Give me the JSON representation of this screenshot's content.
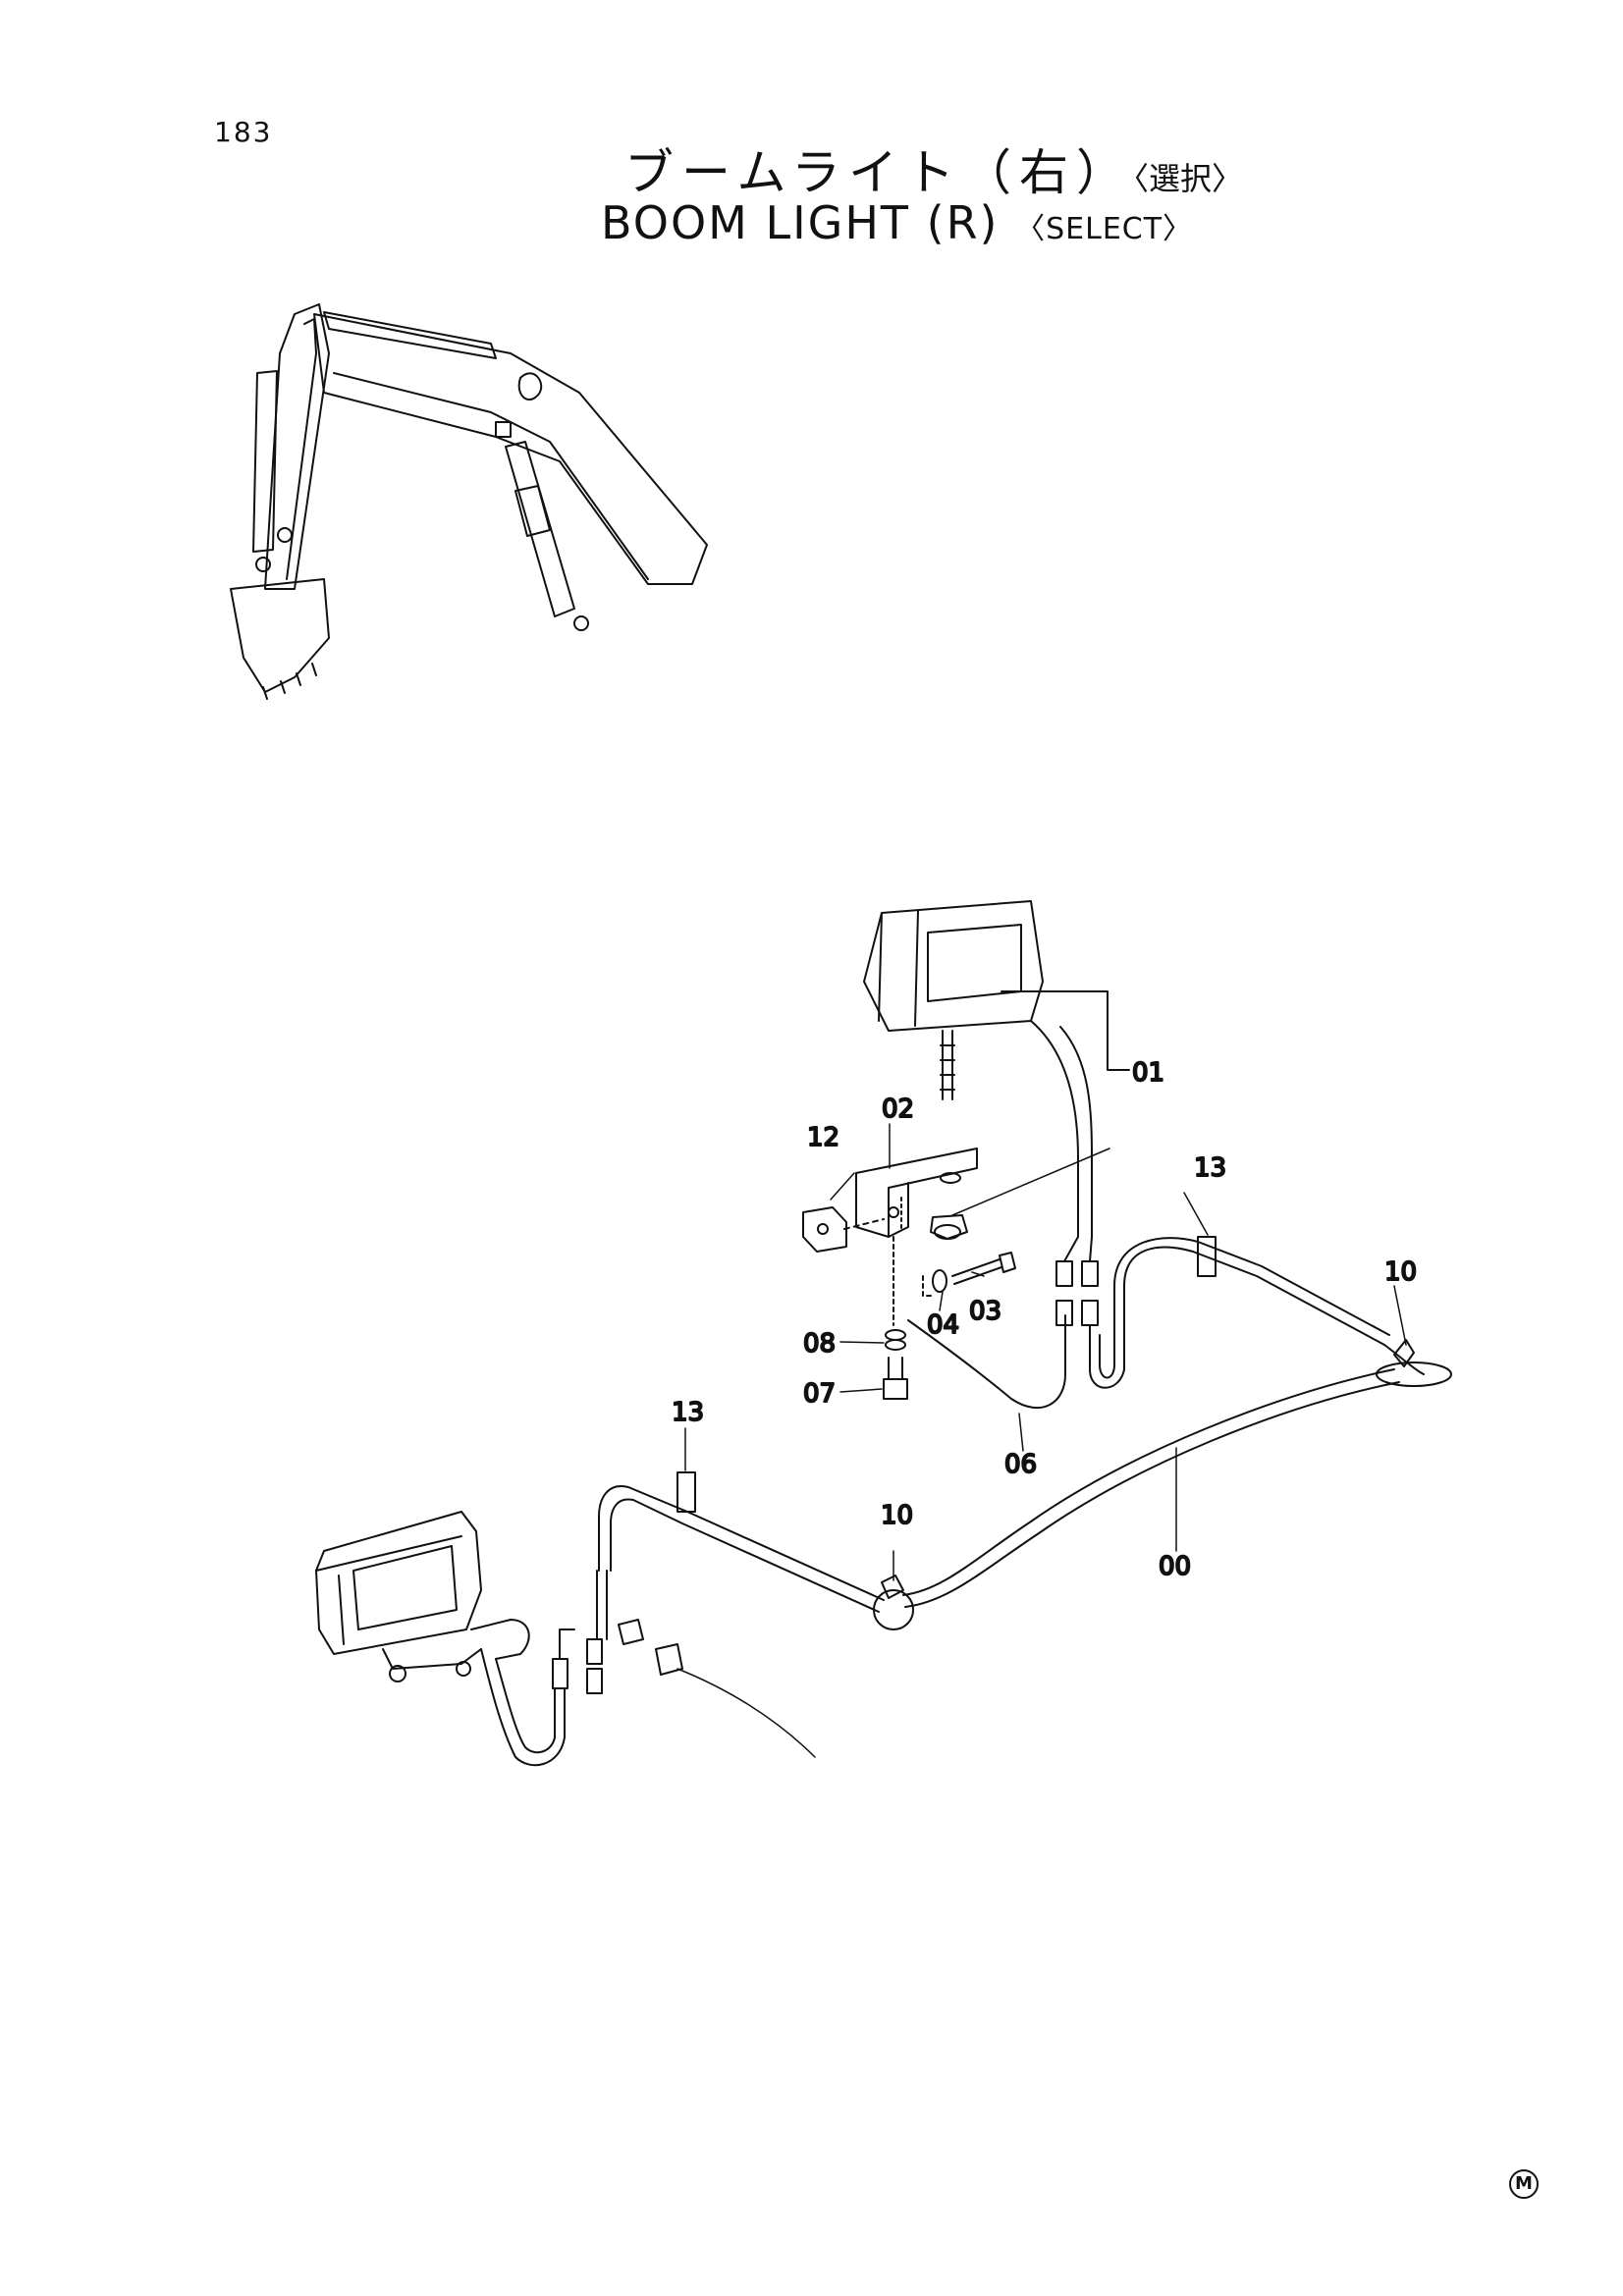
{
  "page_number": "183",
  "title_jp": "ブームライト（右）",
  "title_jp_option": "〈選択〉",
  "title_en": "BOOM LIGHT (R)",
  "title_en_option": "〈SELECT〉",
  "corner_mark": "M",
  "part_labels": {
    "p00": "00",
    "p01": "01",
    "p02": "02",
    "p03": "03",
    "p04": "04",
    "p06": "06",
    "p07": "07",
    "p08": "08",
    "p10a": "10",
    "p10b": "10",
    "p12": "12",
    "p13a": "13",
    "p13b": "13"
  },
  "line_color": "#111111"
}
